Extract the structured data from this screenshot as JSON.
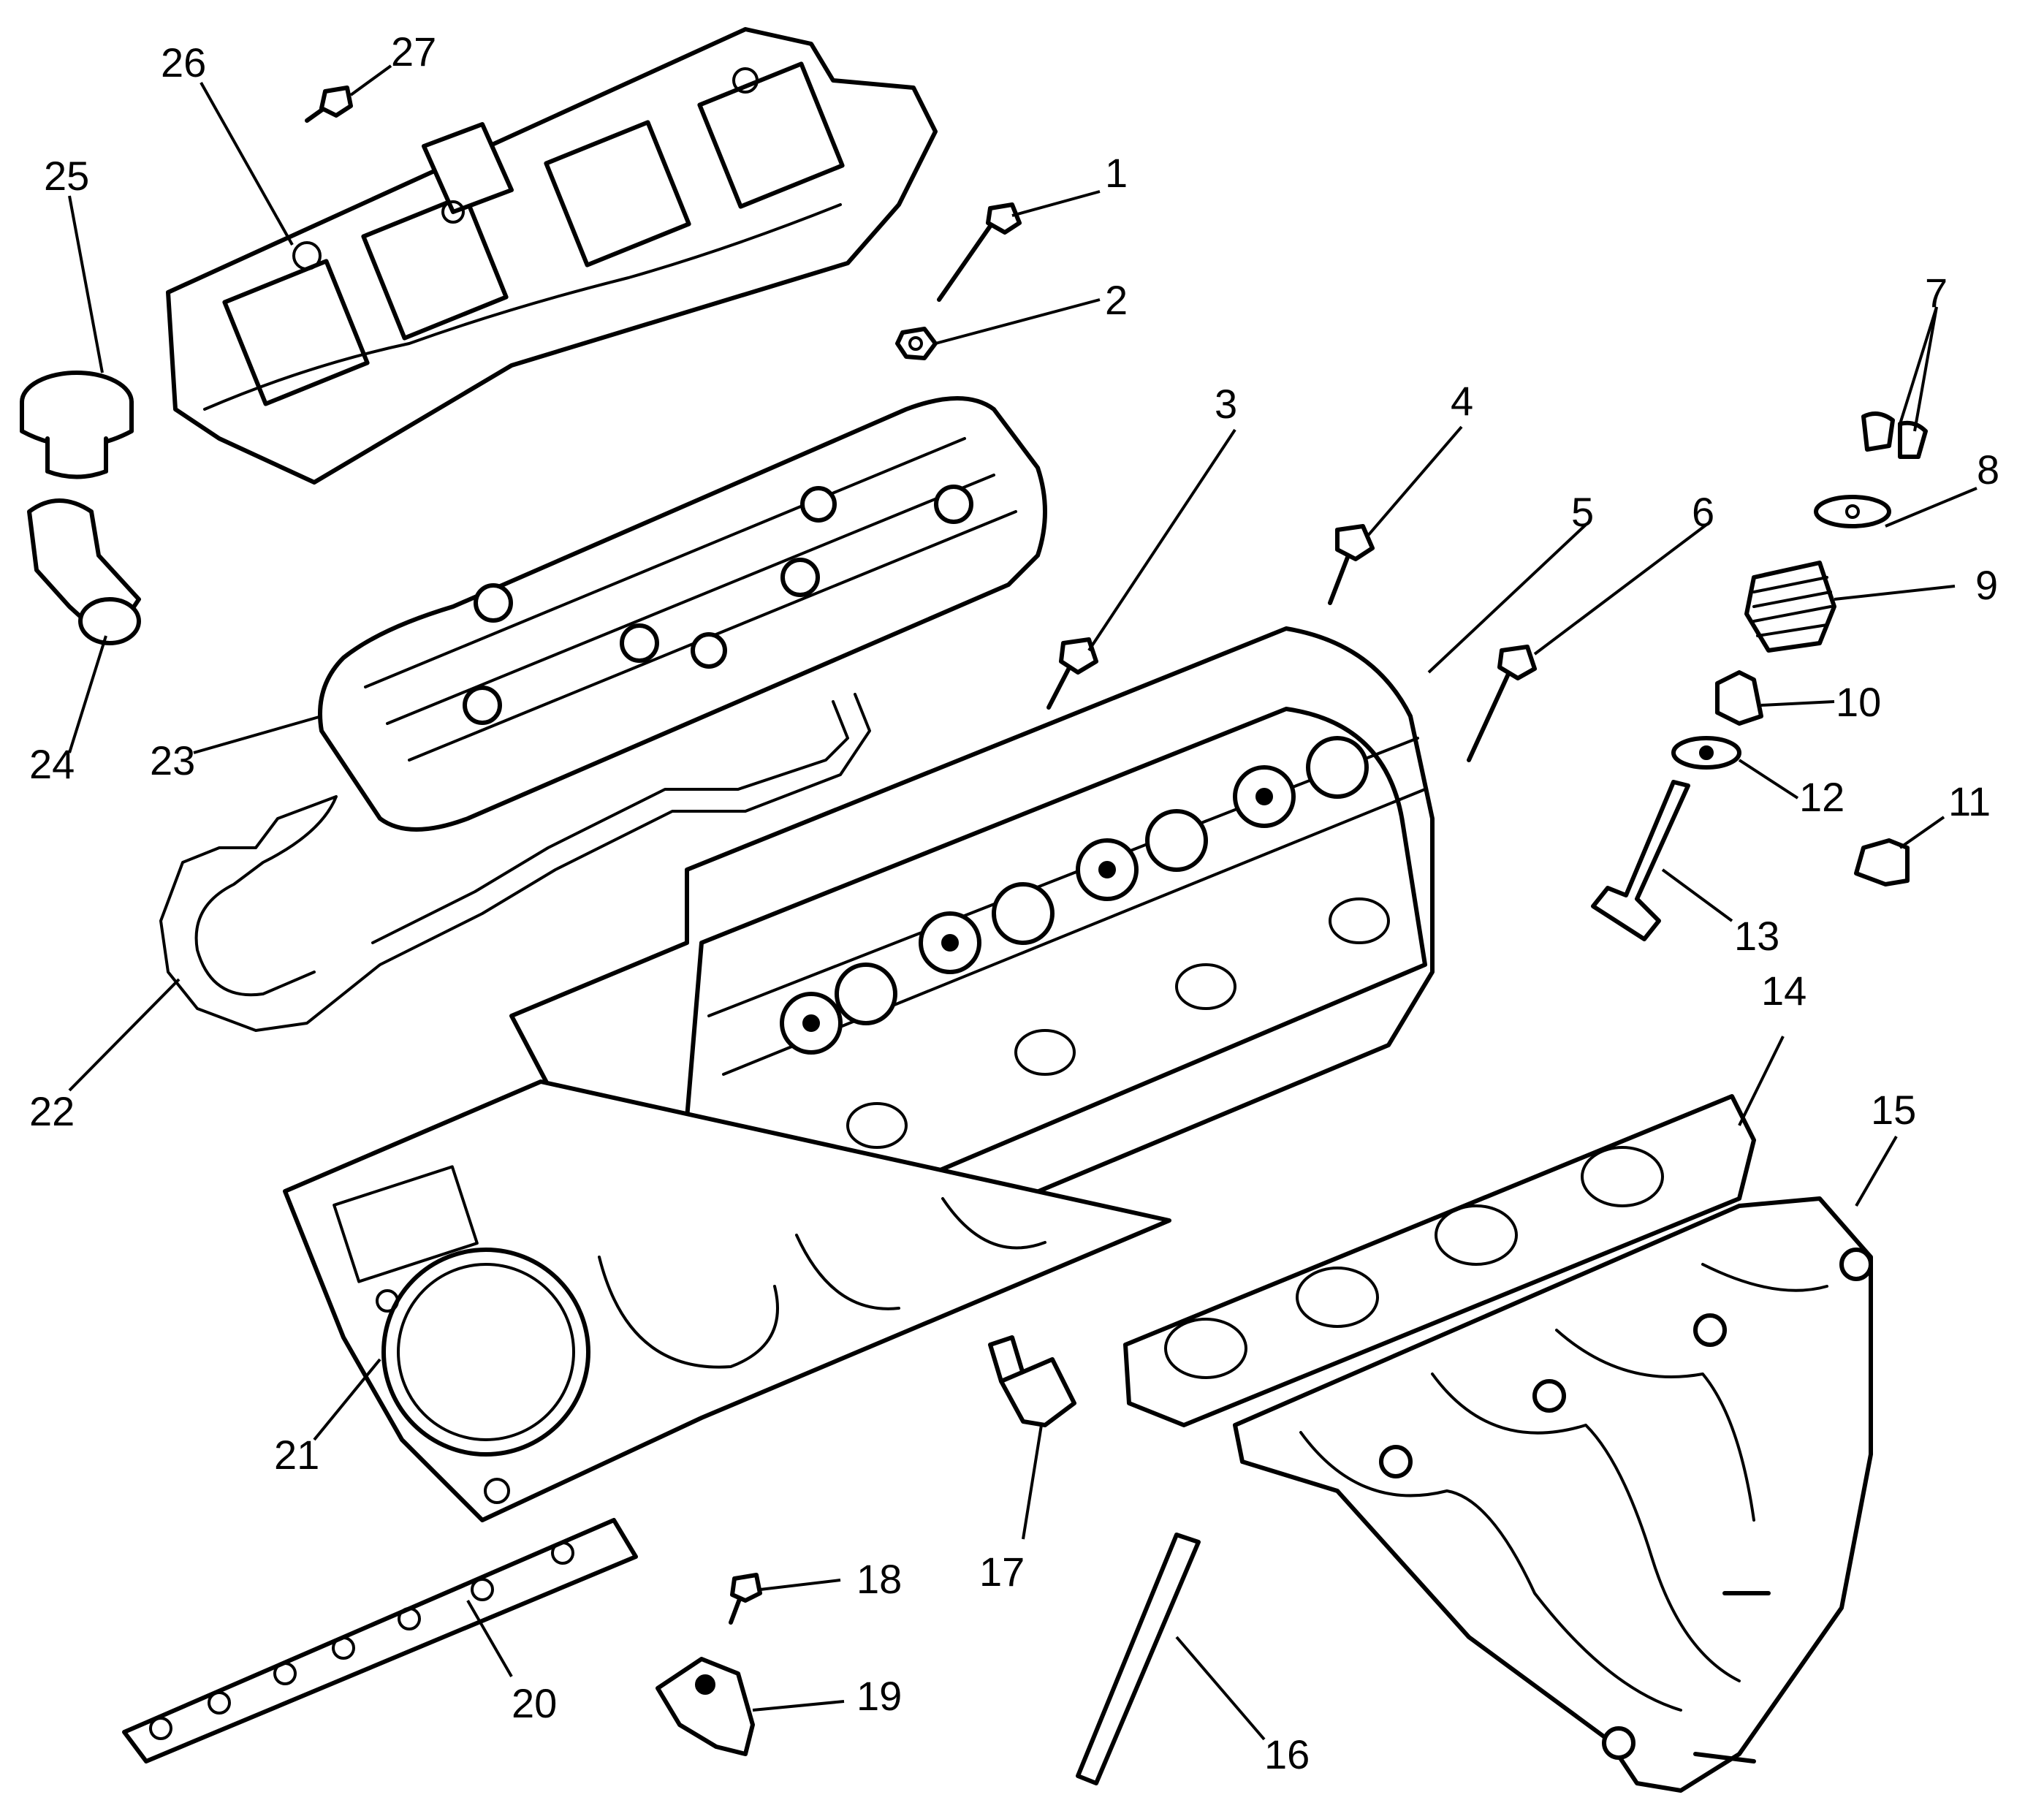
{
  "callouts": [
    {
      "n": "1"
    },
    {
      "n": "2"
    },
    {
      "n": "3"
    },
    {
      "n": "4"
    },
    {
      "n": "5"
    },
    {
      "n": "6"
    },
    {
      "n": "7"
    },
    {
      "n": "8"
    },
    {
      "n": "9"
    },
    {
      "n": "10"
    },
    {
      "n": "11"
    },
    {
      "n": "12"
    },
    {
      "n": "13"
    },
    {
      "n": "14"
    },
    {
      "n": "15"
    },
    {
      "n": "16"
    },
    {
      "n": "17"
    },
    {
      "n": "18"
    },
    {
      "n": "19"
    },
    {
      "n": "20"
    },
    {
      "n": "21"
    },
    {
      "n": "22"
    },
    {
      "n": "23"
    },
    {
      "n": "24"
    },
    {
      "n": "25"
    },
    {
      "n": "26"
    },
    {
      "n": "27"
    }
  ]
}
